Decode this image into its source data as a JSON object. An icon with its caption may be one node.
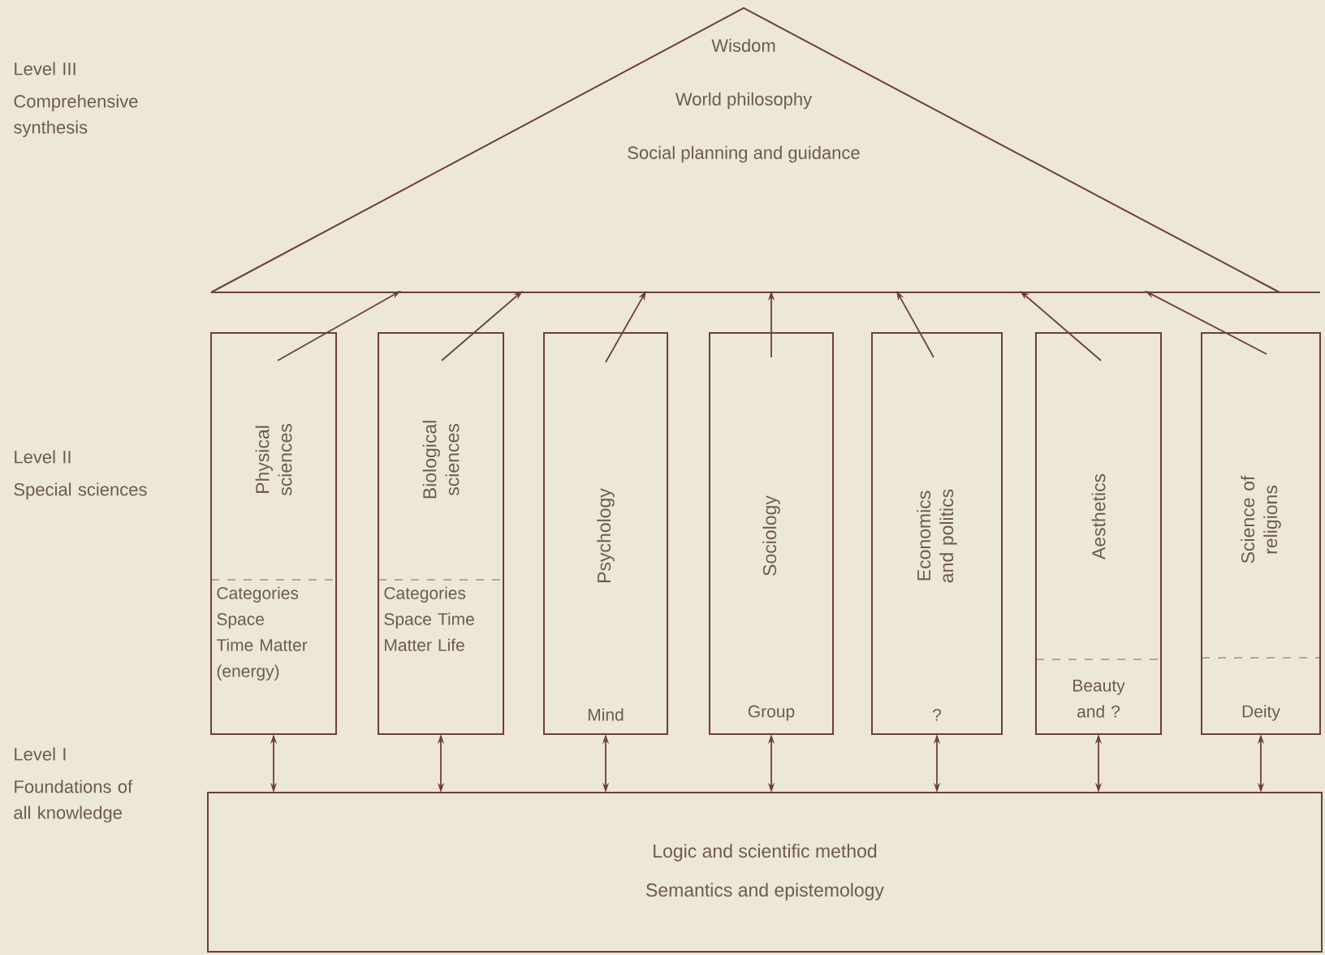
{
  "diagram": {
    "nodes": [
      {
        "text": [
          "Wisdom",
          "World philosophy",
          "Social planning and guidance"
        ]
      },
      {
        "text": [
          "Physical sciences",
          "Categories Space Time Matter (energy)"
        ]
      },
      {
        "text": [
          "Biological sciences",
          "Categories Space Time Matter Life"
        ]
      },
      {
        "text": [
          "Psychology",
          "Mind"
        ]
      },
      {
        "text": [
          "Sociology",
          "Group"
        ]
      },
      {
        "text": [
          "Economics and politics",
          "?"
        ]
      },
      {
        "text": [
          "Aesthetics",
          "Beauty and ?"
        ]
      },
      {
        "text": [
          "Science of religions",
          "Deity"
        ]
      },
      {
        "text": [
          "Logic and scientific method",
          "Semantics and epistemology"
        ]
      }
    ],
    "edges": [
      {
        "from": 1,
        "to": 0,
        "arrow": "to"
      },
      {
        "from": 2,
        "to": 0,
        "arrow": "to"
      },
      {
        "from": 3,
        "to": 0,
        "arrow": "to"
      },
      {
        "from": 4,
        "to": 0,
        "arrow": "to"
      },
      {
        "from": 5,
        "to": 0,
        "arrow": "to"
      },
      {
        "from": 6,
        "to": 0,
        "arrow": "to"
      },
      {
        "from": 7,
        "to": 0,
        "arrow": "to"
      },
      {
        "from": 1,
        "to": 8,
        "arrow": "both"
      },
      {
        "from": 2,
        "to": 8,
        "arrow": "both"
      },
      {
        "from": 3,
        "to": 8,
        "arrow": "both"
      },
      {
        "from": 4,
        "to": 8,
        "arrow": "both"
      },
      {
        "from": 5,
        "to": 8,
        "arrow": "both"
      },
      {
        "from": 6,
        "to": 8,
        "arrow": "both"
      },
      {
        "from": 7,
        "to": 8,
        "arrow": "both"
      }
    ],
    "labels": [
      "Level III",
      "Comprehensive synthesis",
      "Level II",
      "Special sciences",
      "Level I",
      "Foundations of all knowledge"
    ]
  }
}
